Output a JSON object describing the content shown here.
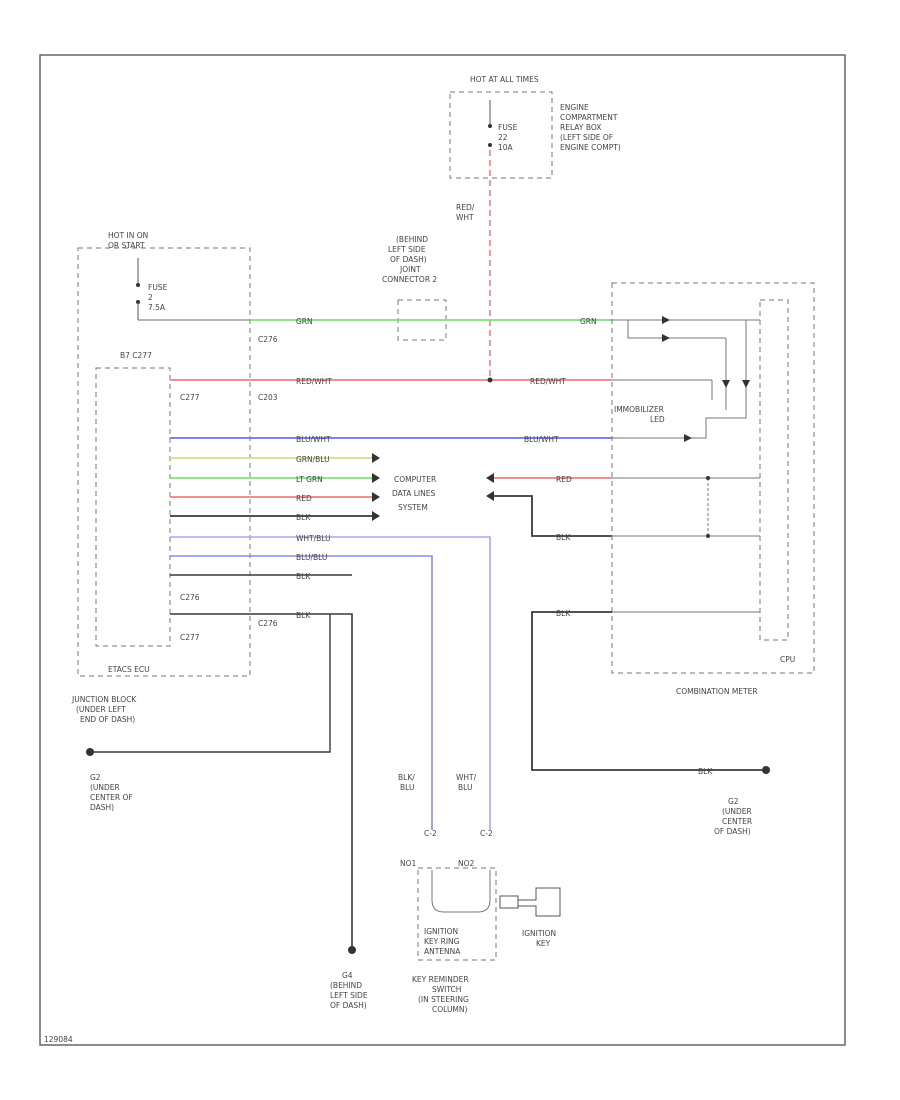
{
  "diagram_id": "129084",
  "colors": {
    "green": "#7ee07e",
    "red": "#f08080",
    "blue": "#6f6fe8",
    "yellow": "#d9d98a",
    "lt_green": "#80e080",
    "black": "#3a3a3a",
    "gray": "#888888",
    "lavender": "#a8a8ee"
  },
  "labels": {
    "hot_at_all_times": "HOT AT ALL TIMES",
    "engine_relay_box": [
      "ENGINE",
      "COMPARTMENT",
      "RELAY BOX",
      "(LEFT SIDE OF",
      "ENGINE COMPT)"
    ],
    "fuse_top": [
      "FUSE",
      "22",
      "10A"
    ],
    "red_wht": [
      "RED/",
      "WHT"
    ],
    "joint_connector": [
      "(BEHIND",
      "LEFT SIDE",
      "OF DASH)",
      "JOINT",
      "CONNECTOR 2"
    ],
    "hot_in_on": [
      "HOT IN ON",
      "OR START"
    ],
    "fuse_left": [
      "FUSE",
      "2",
      "7.5A"
    ],
    "c276": "C276",
    "c277": "C277",
    "c203": "C203",
    "pin_b7_c277": "B7 C277",
    "etacs_ecu": "ETACS ECU",
    "junction_block": [
      "JUNCTION BLOCK",
      "(UNDER LEFT",
      "END OF DASH)"
    ],
    "computer_data_lines": [
      "COMPUTER",
      "DATA LINES",
      "SYSTEM"
    ],
    "immobilizer_led": [
      "IMMOBILIZER",
      "LED"
    ],
    "cpu": "CPU",
    "combination_meter": "COMBINATION METER",
    "wire_grn": "GRN",
    "wire_red_wht": "RED/WHT",
    "wire_blu_wht": "BLU/WHT",
    "wire_grn_blu": "GRN/BLU",
    "wire_lt_grn": "LT GRN",
    "wire_red": "RED",
    "wire_blk": "BLK",
    "wire_wht_blu": "WHT/BLU",
    "wire_blu_blu": "BLU/BLU",
    "g2_left": [
      "G2",
      "(UNDER",
      "CENTER OF",
      "DASH)"
    ],
    "g2_right": [
      "G2",
      "(UNDER",
      "CENTER",
      "OF DASH)"
    ],
    "g4": [
      "G4",
      "(BEHIND",
      "LEFT SIDE",
      "OF DASH)"
    ],
    "blk_blu": [
      "BLK/",
      "BLU"
    ],
    "wht_blu": [
      "WHT/",
      "BLU"
    ],
    "no1": "NO1",
    "no2": "NO2",
    "c1_a": "C-2",
    "c1_b": "C-2",
    "ignition_key_ring_antenna": [
      "IGNITION",
      "KEY RING",
      "ANTENNA"
    ],
    "ignition_key": [
      "IGNITION",
      "KEY"
    ],
    "key_reminder_switch": [
      "KEY REMINDER",
      "SWITCH",
      "(IN STEERING",
      "COLUMN)"
    ]
  }
}
